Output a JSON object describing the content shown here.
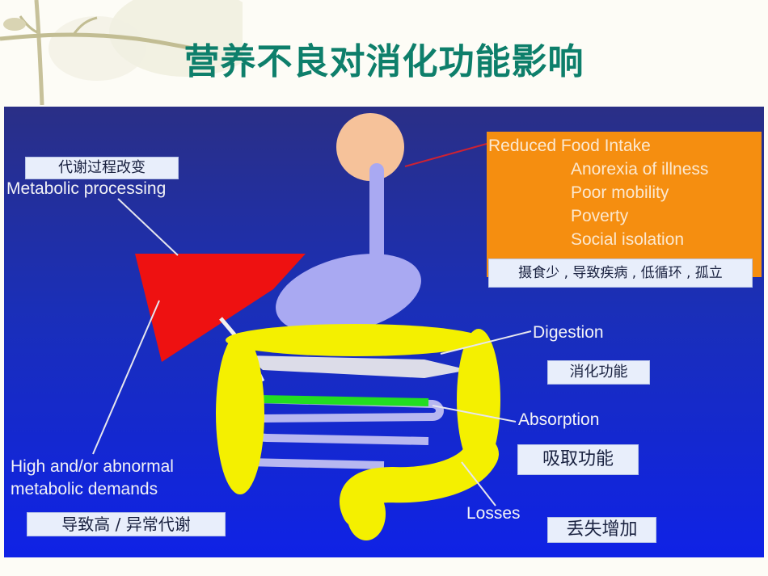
{
  "title": "营养不良对消化功能影响",
  "labels": {
    "metabolic_cn": "代谢过程改变",
    "metabolic_en": "Metabolic processing",
    "demands_en_1": "High and/or abnormal",
    "demands_en_2": "metabolic demands",
    "demands_cn": "导致高 / 异常代谢",
    "digestion_en": "Digestion",
    "digestion_cn": "消化功能",
    "absorption_en": "Absorption",
    "absorption_cn": "吸取功能",
    "losses_en": "Losses",
    "losses_cn": "丢失增加"
  },
  "intake": {
    "heading": "Reduced Food Intake",
    "items": [
      "Anorexia of illness",
      "Poor mobility",
      "Poverty",
      "Social isolation"
    ],
    "cn": "摄食少 , 导致疾病 , 低循环 , 孤立"
  },
  "colors": {
    "title": "#0e7f6b",
    "panel_top": "#2a2f86",
    "panel_bottom": "#0f22e6",
    "intake_box": "#f58e10",
    "liver": "#ee1111",
    "intestine": "#f4f000",
    "organ": "#a9a9f2",
    "tract": "#22dd22",
    "head": "#f6c29a"
  }
}
